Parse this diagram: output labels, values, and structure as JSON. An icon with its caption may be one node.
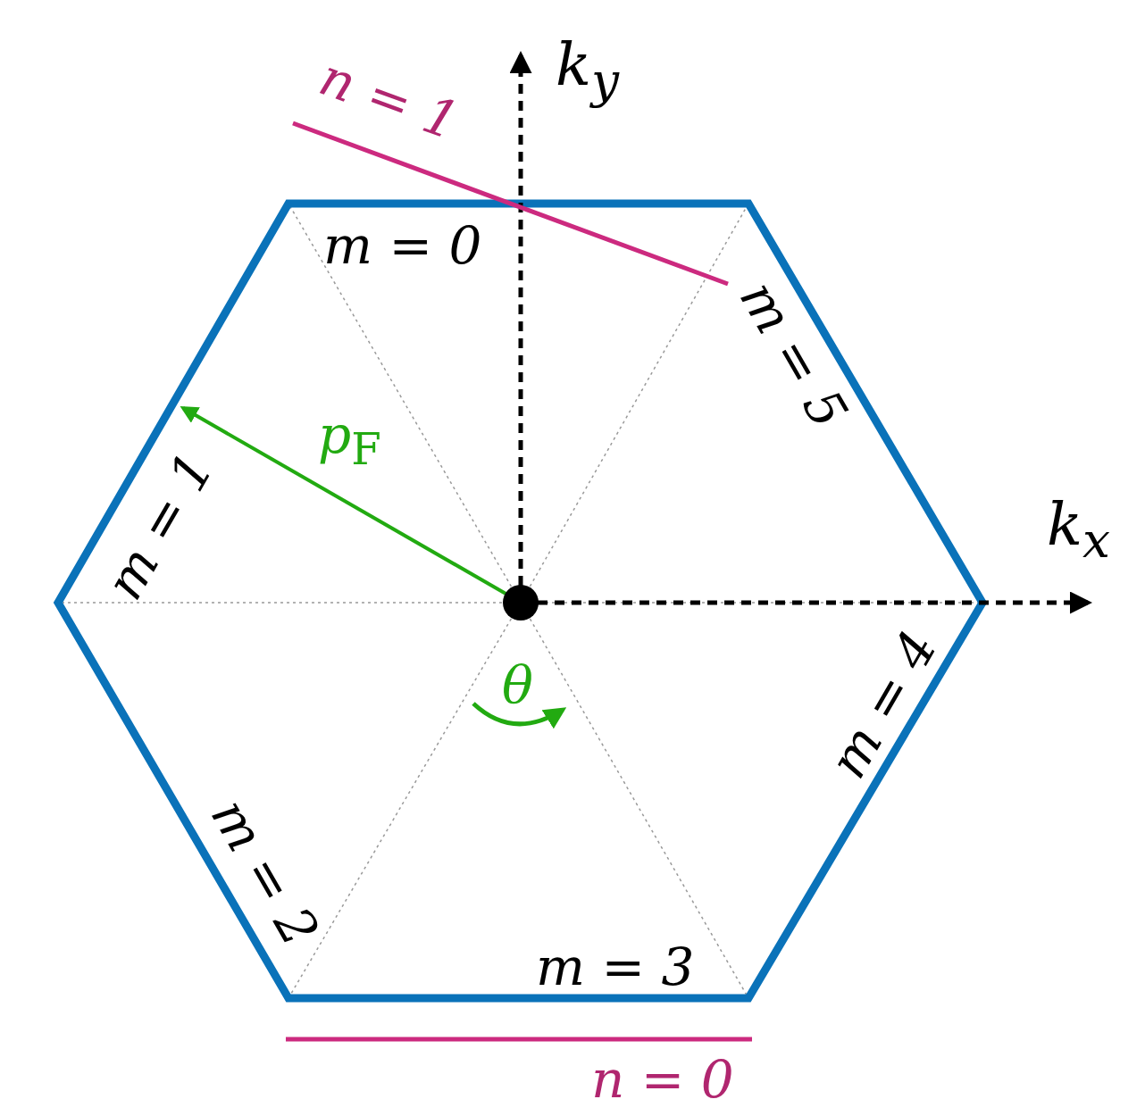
{
  "diagram": {
    "labels": [
      "k$_{y}$",
      "n = 1",
      "m = 0",
      "m = 5",
      "*p*$_{F}$",
      "m = 1",
      "k$_{x}$",
      "θ",
      "m = 4",
      "m = 2",
      "m = 3",
      "n = 0"
    ]
  }
}
